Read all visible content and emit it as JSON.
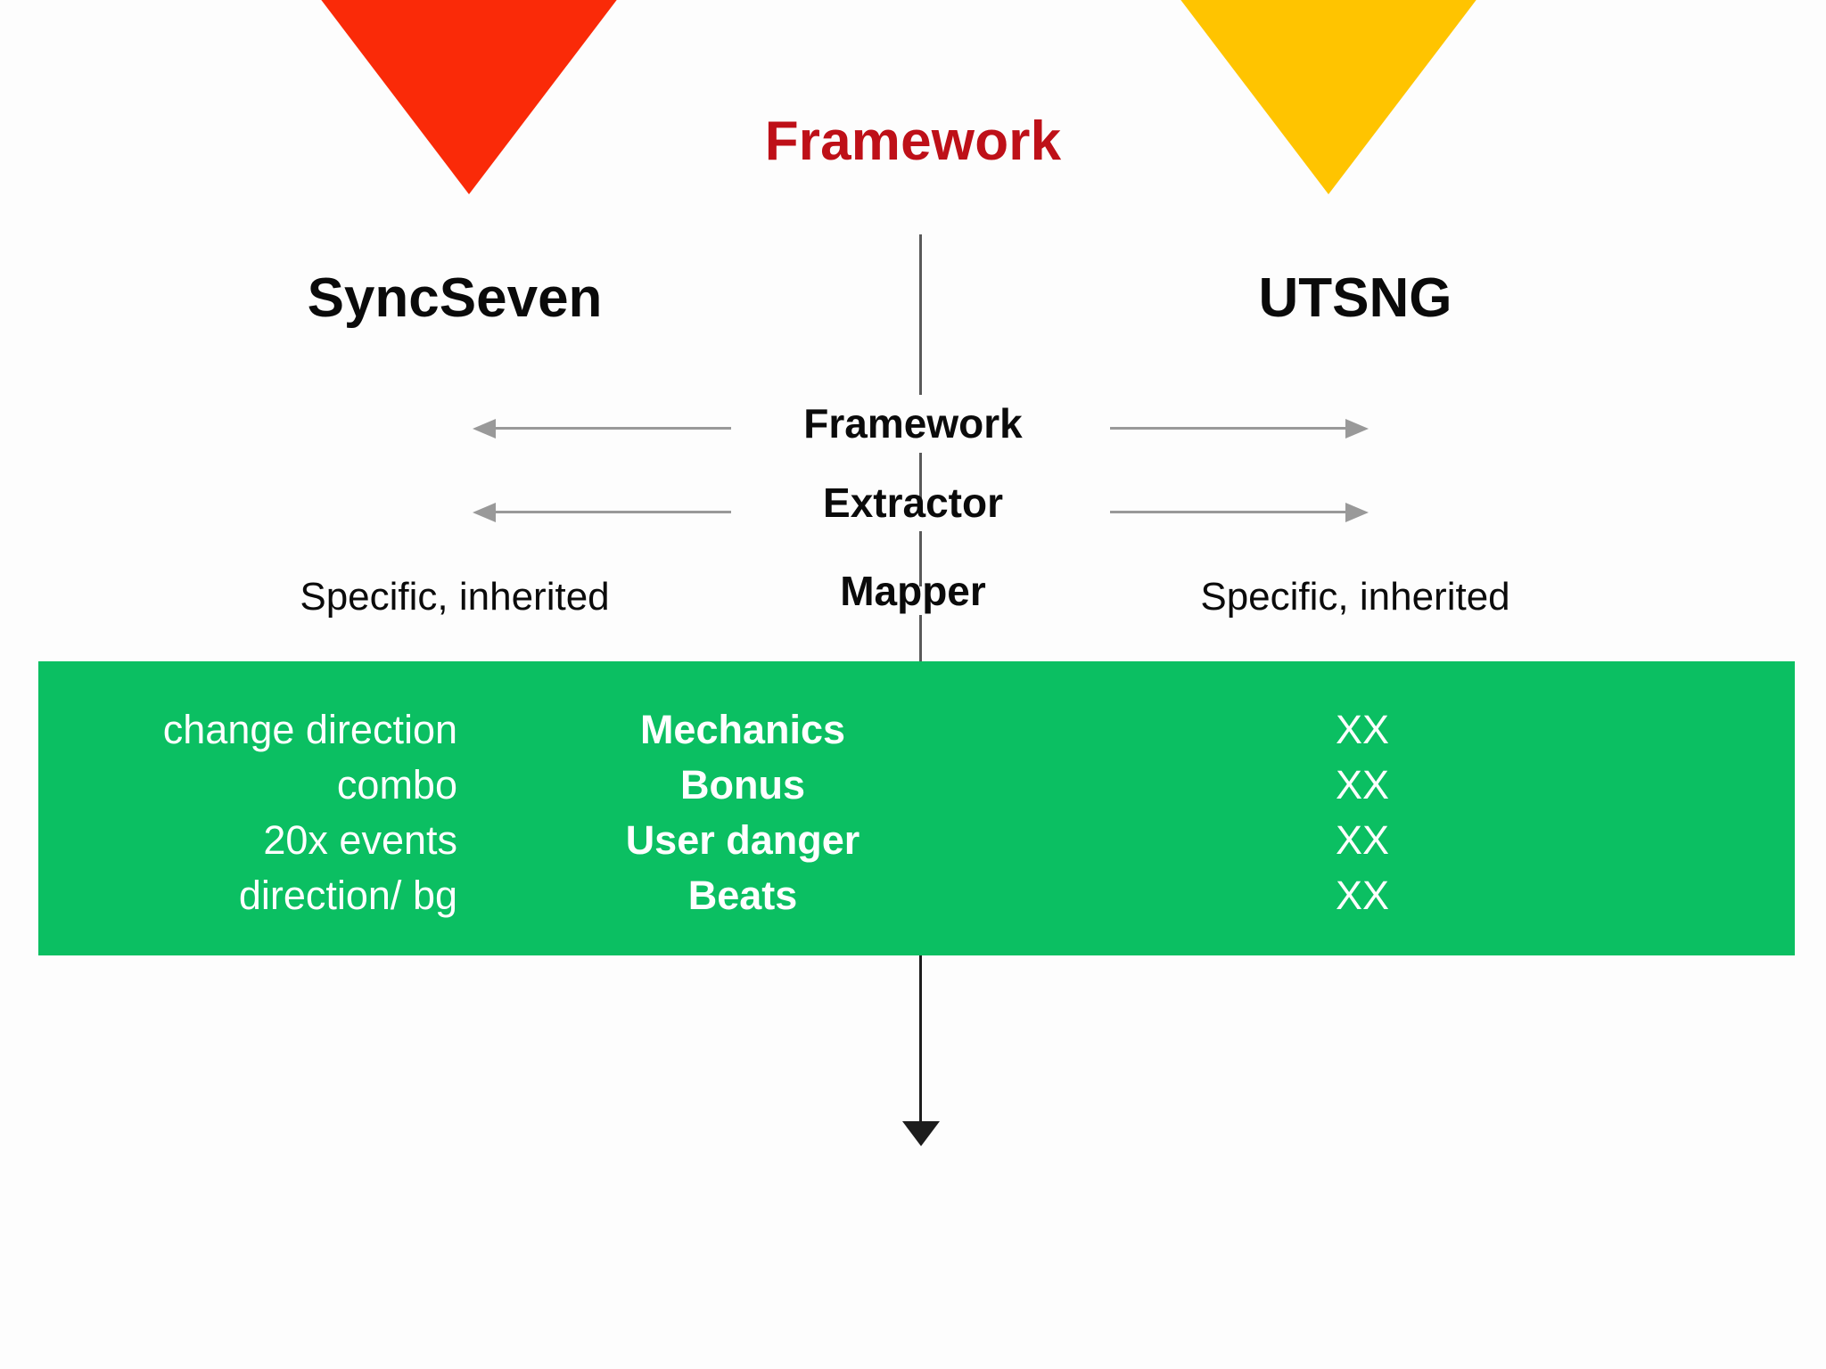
{
  "title": "Framework",
  "colors": {
    "title_red": "#BE1018",
    "triangle_red": "#FA2A08",
    "triangle_yellow": "#FFC400",
    "band_green": "#0BBF62",
    "arrow_gray": "#999999",
    "text_black": "#0B0B0B",
    "band_text": "#FFFFFF"
  },
  "columns": {
    "left_heading": "SyncSeven",
    "right_heading": "UTSNG",
    "left_note": "Specific, inherited",
    "right_note": "Specific, inherited"
  },
  "middle_stack": {
    "framework": "Framework",
    "extractor": "Extractor",
    "mapper": "Mapper"
  },
  "band": {
    "left_items": [
      "change direction",
      "combo",
      "20x events",
      "direction/ bg"
    ],
    "center_items": [
      "Mechanics",
      "Bonus",
      "User danger",
      "Beats"
    ],
    "right_items": [
      "XX",
      "XX",
      "XX",
      "XX"
    ]
  }
}
